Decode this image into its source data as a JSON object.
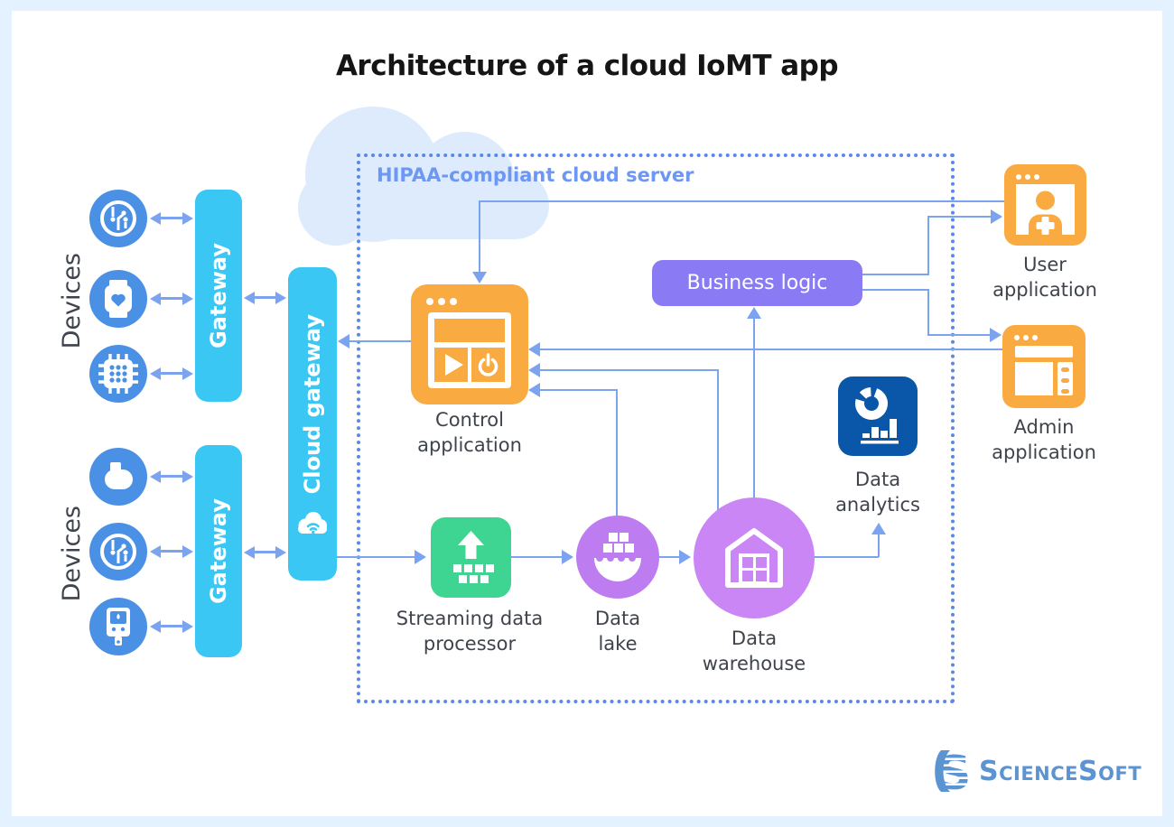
{
  "title": "Architecture of a cloud IoMT app",
  "hipaa_label": "HIPAA-compliant cloud server",
  "device_groups": [
    {
      "label": "Devices",
      "gateway": "Gateway",
      "devices": [
        "circuit-board",
        "smartwatch-heart",
        "chip"
      ]
    },
    {
      "label": "Devices",
      "gateway": "Gateway",
      "devices": [
        "sensor-pod",
        "circuit-board",
        "glucose-meter"
      ]
    }
  ],
  "cloud_gateway_label": "Cloud gateway",
  "nodes": {
    "control_app": "Control\napplication",
    "streaming": "Streaming data\nprocessor",
    "data_lake": "Data\nlake",
    "data_warehouse": "Data\nwarehouse",
    "data_analytics": "Data\nanalytics",
    "business_logic": "Business logic",
    "user_app": "User\napplication",
    "admin_app": "Admin\napplication"
  },
  "logo_text": "ScienceSoft",
  "colors": {
    "device_blue": "#4A90E5",
    "gateway_cyan": "#3BC7F3",
    "app_orange": "#F9AA41",
    "business_purple": "#8A7BF4",
    "stream_green": "#3ED592",
    "lake_purple": "#BD7CF0",
    "warehouse_purple": "#C986F4",
    "analytics_blue": "#0A56A9",
    "arrow": "#7BA3EF",
    "dotted": "#5A87EA",
    "hipaa": "#6C97F4",
    "label": "#3F444C",
    "logo": "#5C94D2",
    "cloud": "#DDEBFC",
    "page_border": "#E4F1FE"
  }
}
